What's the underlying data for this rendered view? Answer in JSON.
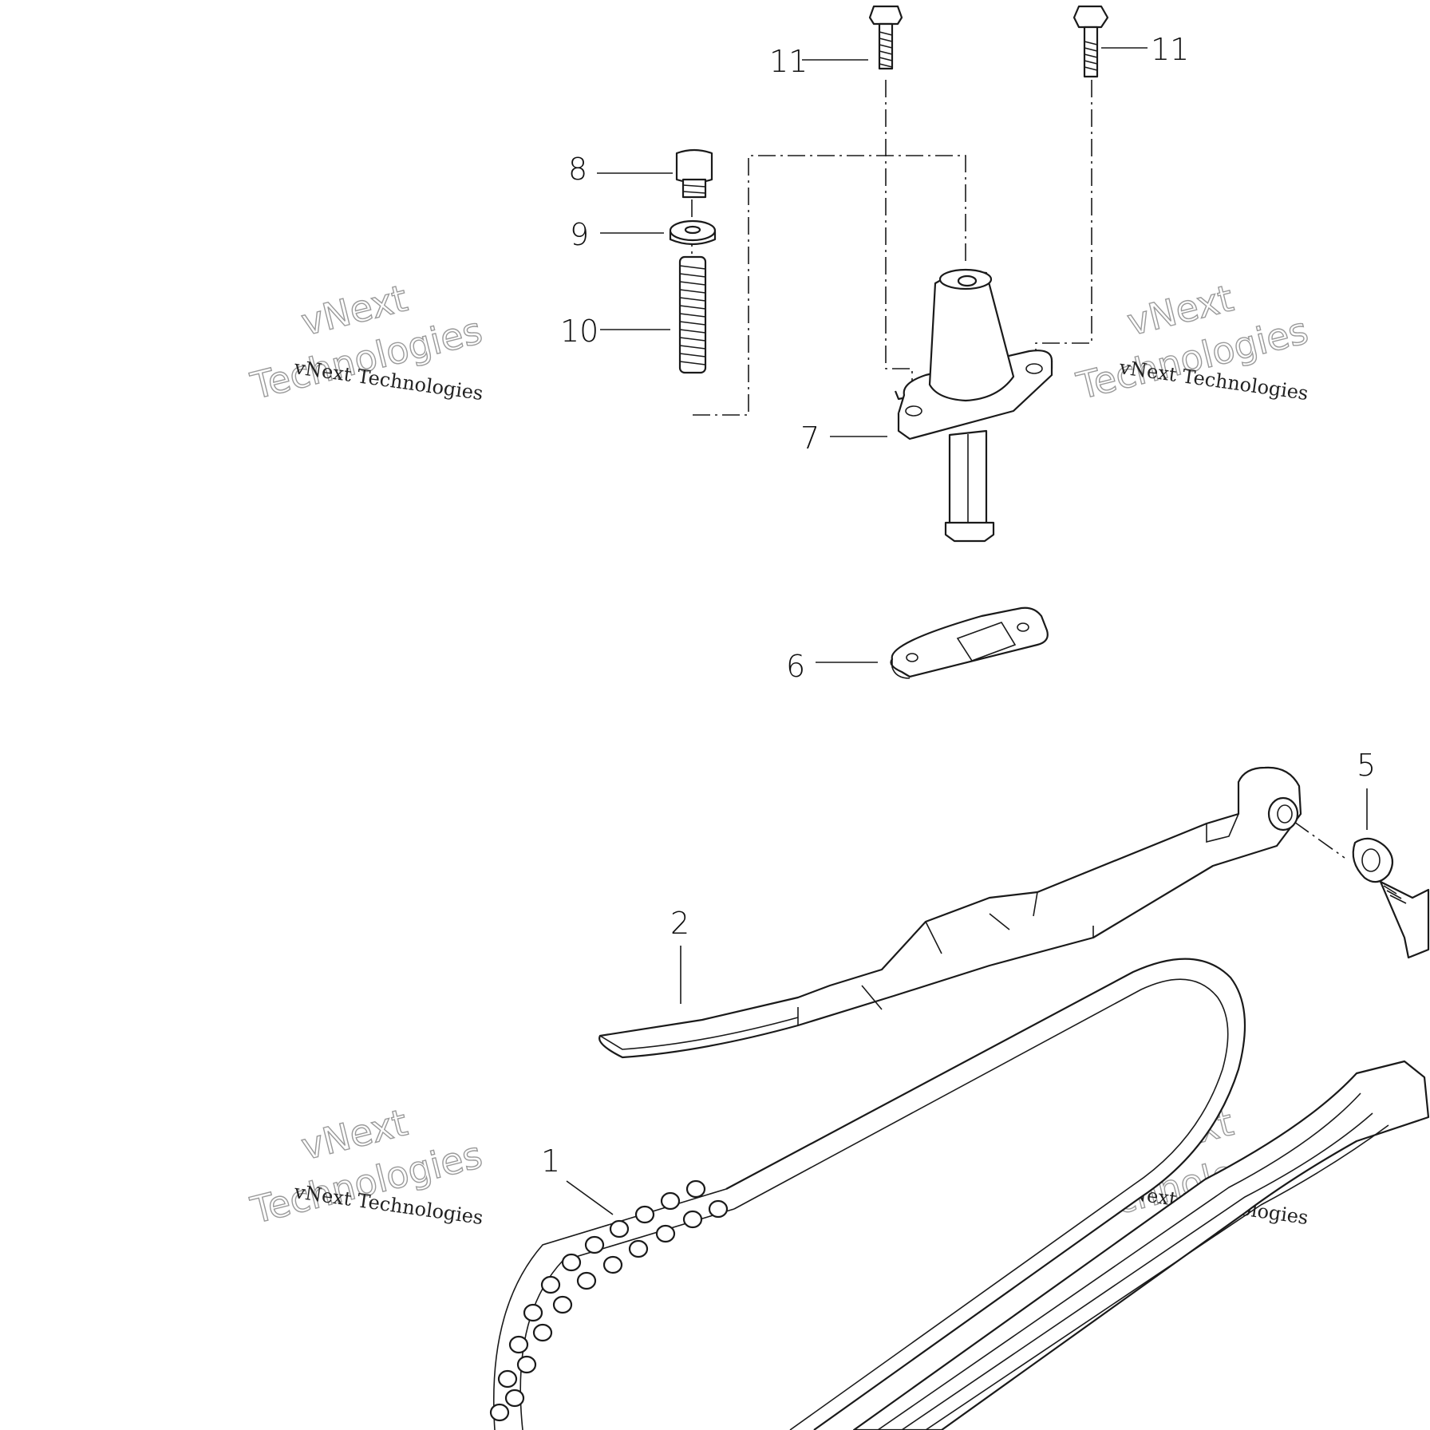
{
  "callouts": {
    "c1": "1",
    "c2": "2",
    "c5": "5",
    "c6": "6",
    "c7": "7",
    "c8": "8",
    "c9": "9",
    "c10": "10",
    "c11_left": "11",
    "c11_right": "11"
  },
  "watermarks": [
    {
      "line1": "vNext",
      "line2": "Technologies",
      "caption": "vNext Technologies"
    },
    {
      "line1": "vNext",
      "line2": "Technologies",
      "caption": "vNext Technologies"
    },
    {
      "line1": "vNext",
      "line2": "Technologies",
      "caption": "vNext Technologies"
    },
    {
      "line1": "vNext",
      "line2": "Technologies",
      "caption": "vNext Technologies"
    }
  ],
  "colors": {
    "line": "#1a1a1a",
    "background": "#ffffff",
    "watermark": "#9a9a9a"
  }
}
